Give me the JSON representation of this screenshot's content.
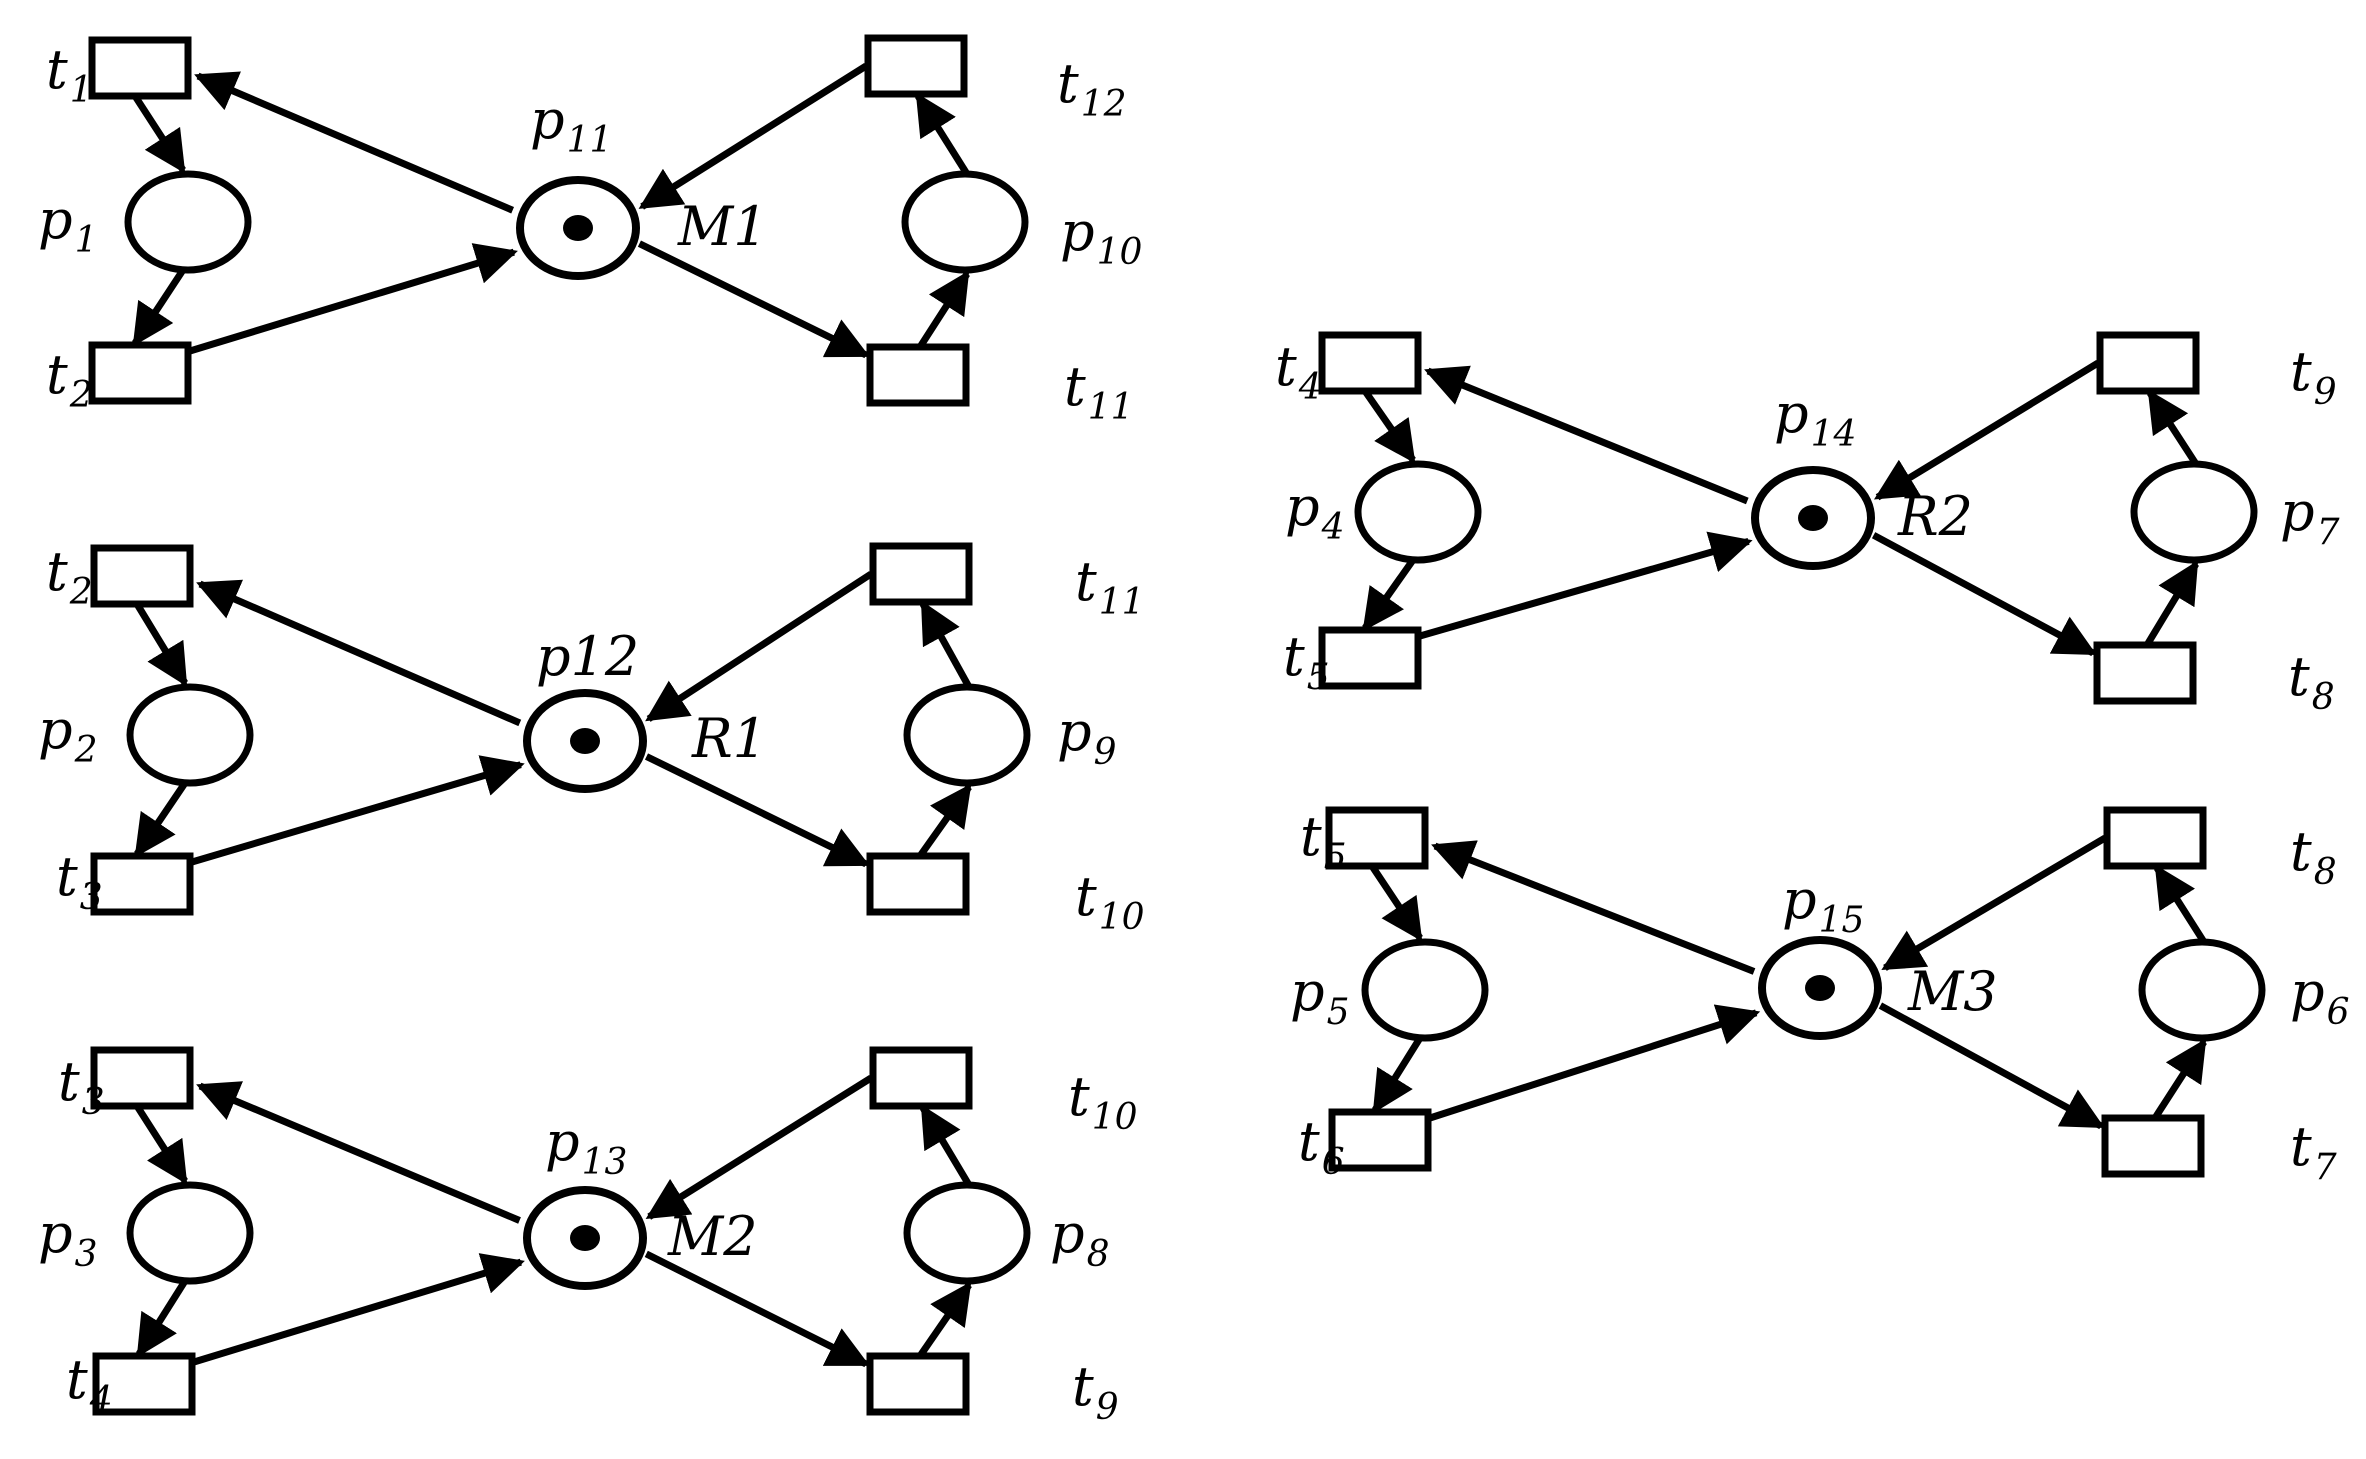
{
  "diagram": {
    "modules": [
      {
        "t_top_left": {
          "main": "t",
          "sub": "1"
        },
        "t_bot_left": {
          "main": "t",
          "sub": "2"
        },
        "p_left": {
          "main": "p",
          "sub": "1"
        },
        "p_center": {
          "main": "p",
          "sub": "11"
        },
        "resource": "M1",
        "t_top_right": {
          "main": "t",
          "sub": "12"
        },
        "t_bot_right": {
          "main": "t",
          "sub": "11"
        },
        "p_right": {
          "main": "p",
          "sub": "10"
        },
        "tokens": 1
      },
      {
        "t_top_left": {
          "main": "t",
          "sub": "2"
        },
        "t_bot_left": {
          "main": "t",
          "sub": "3"
        },
        "p_left": {
          "main": "p",
          "sub": "2"
        },
        "p_center": {
          "main": "p12",
          "sub": ""
        },
        "resource": "R1",
        "t_top_right": {
          "main": "t",
          "sub": "11"
        },
        "t_bot_right": {
          "main": "t",
          "sub": "10"
        },
        "p_right": {
          "main": "p",
          "sub": "9"
        },
        "tokens": 1
      },
      {
        "t_top_left": {
          "main": "t",
          "sub": "3"
        },
        "t_bot_left": {
          "main": "t",
          "sub": "4"
        },
        "p_left": {
          "main": "p",
          "sub": "3"
        },
        "p_center": {
          "main": "p",
          "sub": "13"
        },
        "resource": "M2",
        "t_top_right": {
          "main": "t",
          "sub": "10"
        },
        "t_bot_right": {
          "main": "t",
          "sub": "9"
        },
        "p_right": {
          "main": "p",
          "sub": "8"
        },
        "tokens": 1
      },
      {
        "t_top_left": {
          "main": "t",
          "sub": "4"
        },
        "t_bot_left": {
          "main": "t",
          "sub": "5"
        },
        "p_left": {
          "main": "p",
          "sub": "4"
        },
        "p_center": {
          "main": "p",
          "sub": "14"
        },
        "resource": "R2",
        "t_top_right": {
          "main": "t",
          "sub": "9"
        },
        "t_bot_right": {
          "main": "t",
          "sub": "8"
        },
        "p_right": {
          "main": "p",
          "sub": "7"
        },
        "tokens": 1
      },
      {
        "t_top_left": {
          "main": "t",
          "sub": "5"
        },
        "t_bot_left": {
          "main": "t",
          "sub": "6"
        },
        "p_left": {
          "main": "p",
          "sub": "5"
        },
        "p_center": {
          "main": "p",
          "sub": "15"
        },
        "resource": "M3",
        "t_top_right": {
          "main": "t",
          "sub": "8"
        },
        "t_bot_right": {
          "main": "t",
          "sub": "7"
        },
        "p_right": {
          "main": "p",
          "sub": "6"
        },
        "tokens": 1
      }
    ],
    "colors": {
      "stroke": "#000000",
      "fill": "#ffffff",
      "token": "#000000"
    }
  }
}
